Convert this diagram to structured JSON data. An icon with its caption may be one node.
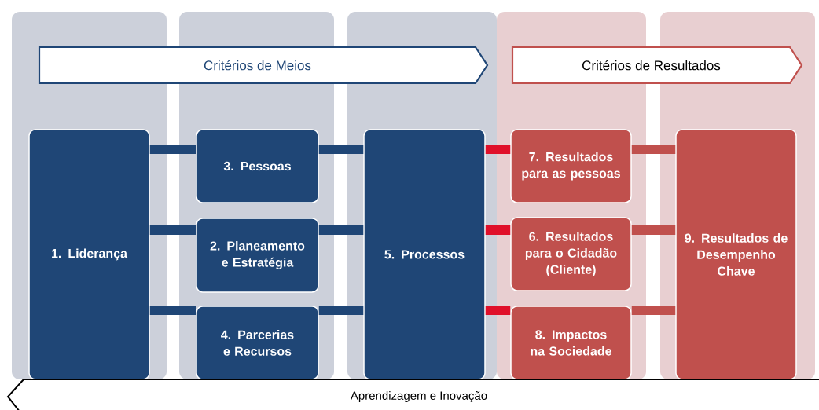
{
  "diagram": {
    "nodes": [
      {
        "text": [
          "Critérios de Meios"
        ]
      },
      {
        "text": [
          "Critérios de Resultados"
        ]
      },
      {
        "text": [
          "1. Liderança"
        ]
      },
      {
        "text": [
          "3. Pessoas"
        ]
      },
      {
        "text": [
          "2. Planeamento e Estratégia"
        ]
      },
      {
        "text": [
          "4. Parcerias e Recursos"
        ]
      },
      {
        "text": [
          "5. Processos"
        ]
      },
      {
        "text": [
          "7. Resultados para as pessoas"
        ]
      },
      {
        "text": [
          "6. Resultados para o Cidadão (Cliente)"
        ]
      },
      {
        "text": [
          "8. Impactos na Sociedade"
        ]
      },
      {
        "text": [
          "9. Resultados de Desempenho Chave"
        ]
      },
      {
        "text": [
          "Aprendizagem e Inovação"
        ]
      }
    ],
    "edges": [
      {
        "from": 2,
        "to": 3,
        "arrow": "none"
      },
      {
        "from": 2,
        "to": 4,
        "arrow": "none"
      },
      {
        "from": 2,
        "to": 5,
        "arrow": "none"
      },
      {
        "from": 3,
        "to": 6,
        "arrow": "none"
      },
      {
        "from": 4,
        "to": 6,
        "arrow": "none"
      },
      {
        "from": 5,
        "to": 6,
        "arrow": "none"
      },
      {
        "from": 6,
        "to": 7,
        "arrow": "none",
        "color": "#e0102a"
      },
      {
        "from": 6,
        "to": 8,
        "arrow": "none",
        "color": "#e0102a"
      },
      {
        "from": 6,
        "to": 9,
        "arrow": "none",
        "color": "#e0102a"
      },
      {
        "from": 7,
        "to": 10,
        "arrow": "none",
        "color": "#c0504d"
      },
      {
        "from": 8,
        "to": 10,
        "arrow": "none",
        "color": "#c0504d"
      },
      {
        "from": 9,
        "to": 10,
        "arrow": "none",
        "color": "#c0504d"
      }
    ]
  }
}
